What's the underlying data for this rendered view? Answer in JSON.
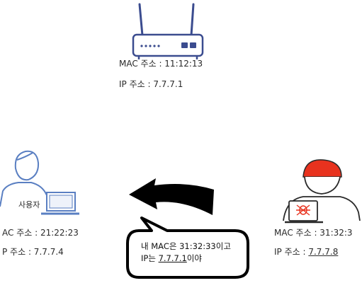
{
  "router": {
    "mac_label": "MAC 주소 : 11:12:13",
    "ip_label": "IP 주소 : 7.7.7.1"
  },
  "user": {
    "tag": "사용자",
    "mac_label": "AC 주소 : 21:22:23",
    "ip_label": "P 주소 : 7.7.7.4"
  },
  "attacker": {
    "mac_label": "MAC 주소 : 31:32:3",
    "ip_prefix": "IP 주소 : ",
    "ip_value": "7.7.7.8"
  },
  "speech": {
    "line1": "내 MAC은 31:32:33이고",
    "line2_prefix": "IP는 ",
    "line2_ip": "7.7.7.1",
    "line2_suffix": "이야"
  },
  "colors": {
    "router": "#3b4c8f",
    "person": "#5a7fc2",
    "hacker_head": "#e8321e",
    "arrow": "#000000"
  }
}
